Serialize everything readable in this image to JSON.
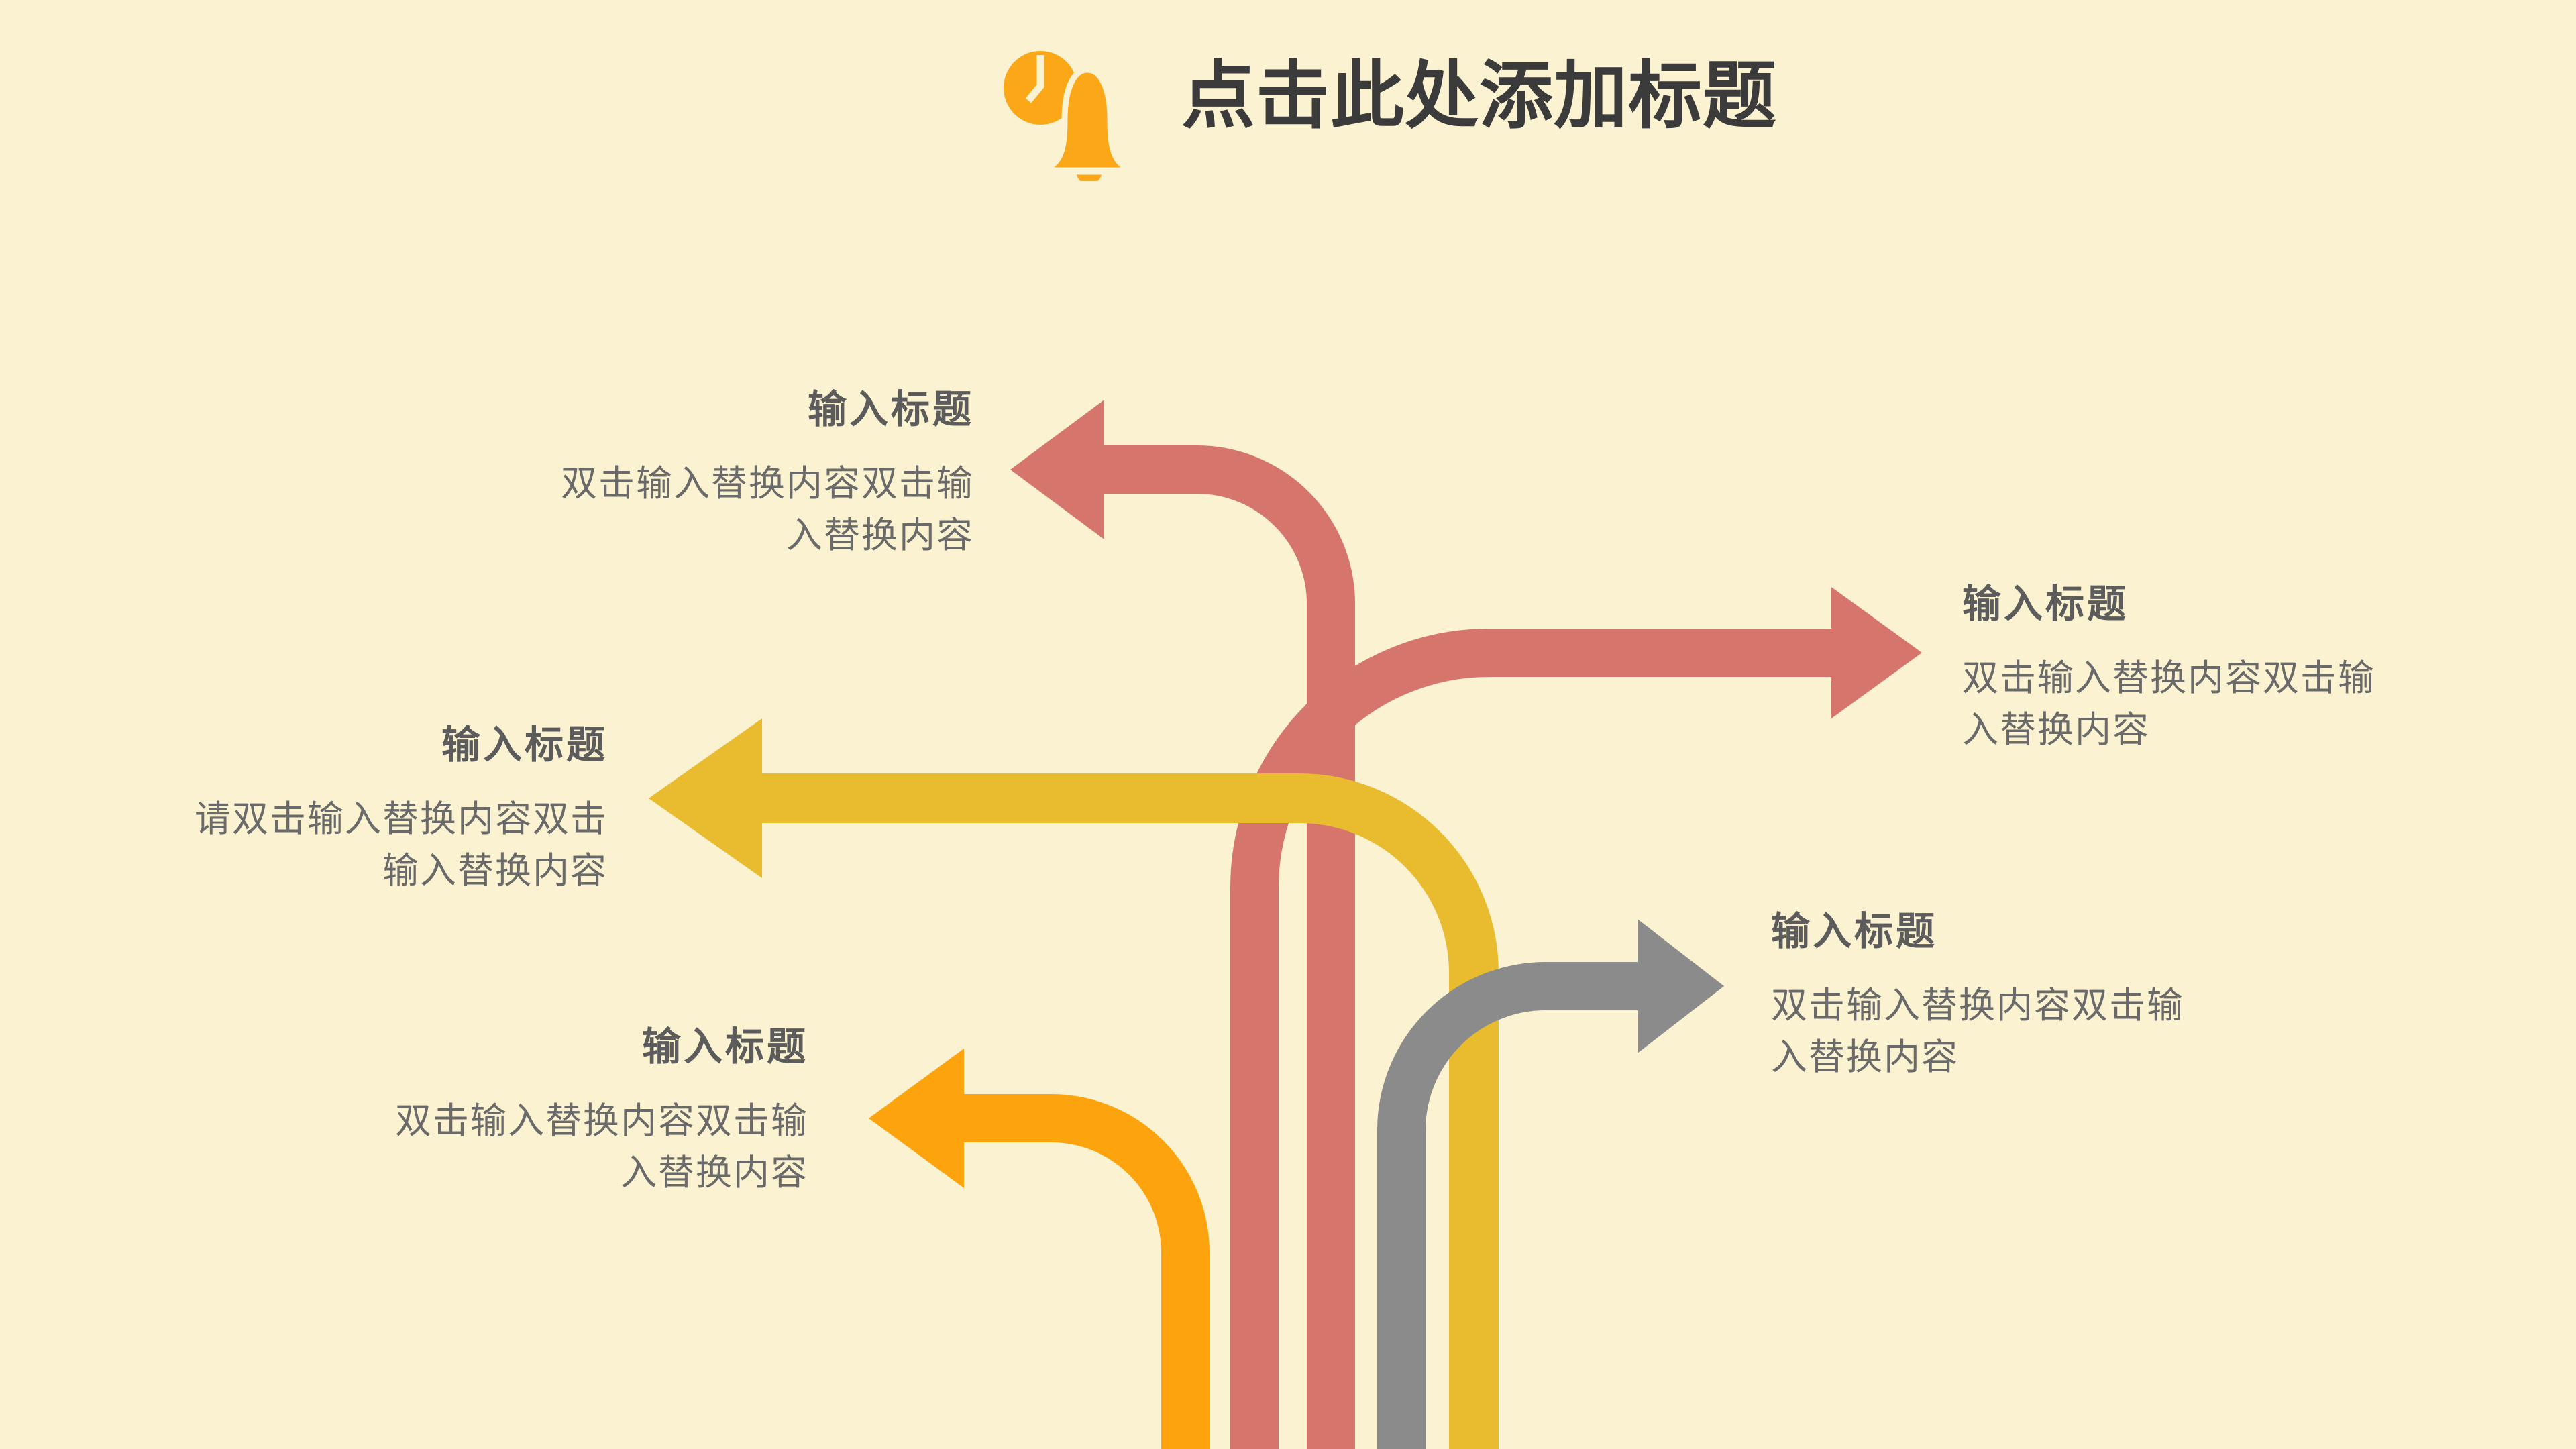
{
  "slide": {
    "title": {
      "text": "点击此处添加标题",
      "icon": "bell-clock-icon"
    },
    "items": [
      {
        "position": "top-left",
        "arrow": "red-left-arrow",
        "direction": "left",
        "title": "输入标题",
        "body_line1": "双击输入替换内容双击输",
        "body_line2": "入替换内容"
      },
      {
        "position": "right-upper",
        "arrow": "red-right-arrow",
        "direction": "right",
        "title": "输入标题",
        "body_line1": "双击输入替换内容双击输",
        "body_line2": "入替换内容"
      },
      {
        "position": "left-middle",
        "arrow": "yellow-left-arrow",
        "direction": "left",
        "title": "输入标题",
        "body_line1": "请双击输入替换内容双击",
        "body_line2": "输入替换内容"
      },
      {
        "position": "right-lower",
        "arrow": "gray-right-arrow",
        "direction": "right",
        "title": "输入标题",
        "body_line1": "双击输入替换内容双击输",
        "body_line2": "入替换内容"
      },
      {
        "position": "bottom-left",
        "arrow": "orange-left-arrow",
        "direction": "left",
        "title": "输入标题",
        "body_line1": "双击输入替换内容双击输",
        "body_line2": "入替换内容"
      }
    ],
    "colors": {
      "background": "#FAF2D1",
      "red": "#D6756C",
      "yellow": "#E9BB2F",
      "orange": "#FCA30D",
      "gray": "#8B8B8B",
      "bell": "#FBA717",
      "title_text": "#3B3B3B",
      "item_title_text": "#5C5C5C",
      "body_text": "#6A6A6A"
    }
  }
}
